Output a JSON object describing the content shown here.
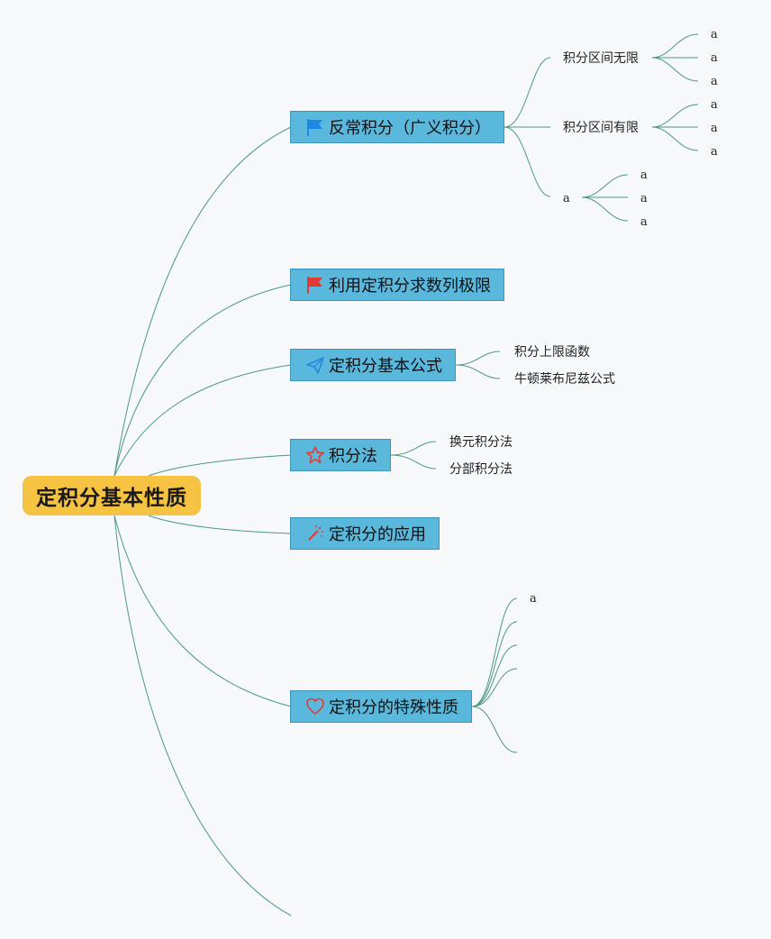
{
  "root": {
    "label": "定积分基本性质"
  },
  "branches": [
    {
      "label": "反常积分（广义积分）",
      "icon": "blue-flag-icon",
      "color": "#1e88e5"
    },
    {
      "label": "利用定积分求数列极限",
      "icon": "red-flag-icon",
      "color": "#e53935"
    },
    {
      "label": "定积分基本公式",
      "icon": "paper-plane-icon",
      "color": "#1e88e5"
    },
    {
      "label": "积分法",
      "icon": "star-outline-icon",
      "color": "#e53935"
    },
    {
      "label": "定积分的应用",
      "icon": "magic-wand-icon",
      "color": "#e53935"
    },
    {
      "label": "定积分的特殊性质",
      "icon": "heart-outline-icon",
      "color": "#e53935"
    }
  ],
  "improper": {
    "sub1": {
      "label": "积分区间无限",
      "children": [
        "a",
        "a",
        "a"
      ]
    },
    "sub2": {
      "label": "积分区间有限",
      "children": [
        "a",
        "a",
        "a"
      ]
    },
    "sub3": {
      "label": "a",
      "children": [
        "a",
        "a",
        "a"
      ]
    }
  },
  "formula": {
    "children": [
      "积分上限函数",
      "牛顿莱布尼兹公式"
    ]
  },
  "integration": {
    "children": [
      "换元积分法",
      "分部积分法"
    ]
  },
  "special": {
    "children": [
      "a"
    ]
  },
  "colors": {
    "line": "#4a9a80",
    "root_bg": "#f5c242",
    "branch_bg": "#5bb8dd"
  }
}
